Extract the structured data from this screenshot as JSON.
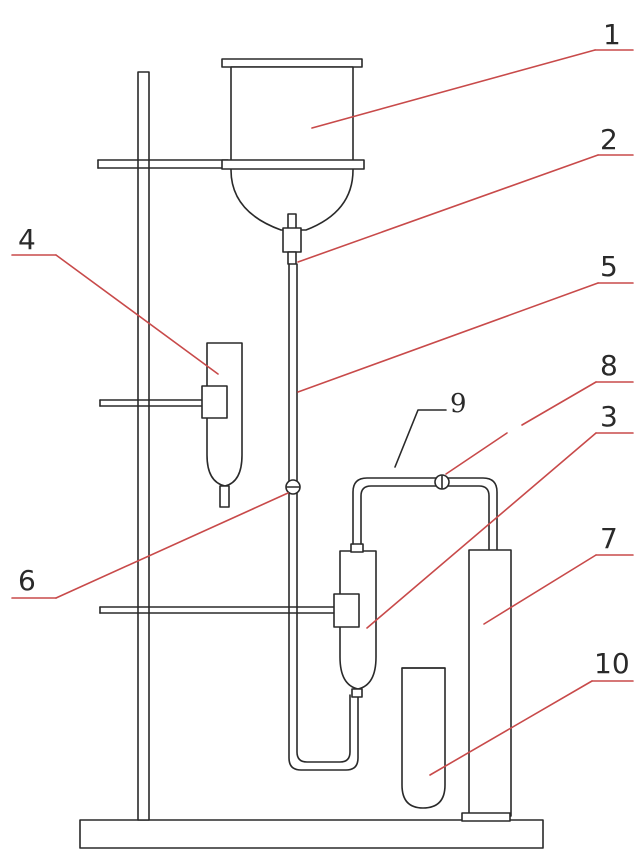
{
  "labels": {
    "l1": "1",
    "l2": "2",
    "l3": "3",
    "l4": "4",
    "l5": "5",
    "l6": "6",
    "l7": "7",
    "l8": "8",
    "l9": "9",
    "l10": "10"
  },
  "colors": {
    "ink": "#2a2a2a",
    "leader": "#c84a4a",
    "background": "#ffffff"
  }
}
